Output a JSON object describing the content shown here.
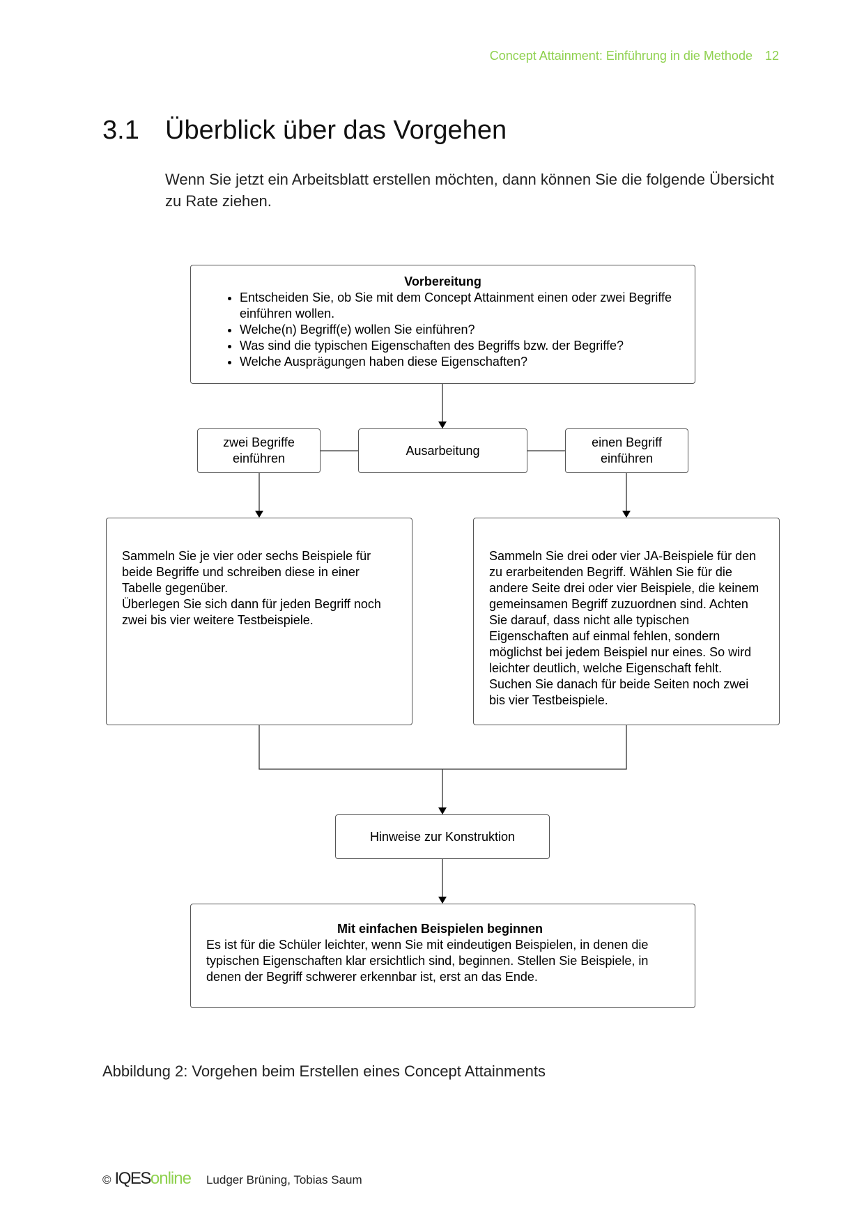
{
  "header": {
    "running_title": "Concept Attainment: Einführung in die Methode",
    "page_number": "12"
  },
  "section": {
    "number": "3.1",
    "title": "Überblick über das Vorgehen"
  },
  "intro": "Wenn Sie jetzt ein Arbeitsblatt erstellen möchten, dann können Sie die folgende Übersicht zu Rate ziehen.",
  "diagram": {
    "prep": {
      "title": "Vorbereitung",
      "items": [
        "Entscheiden Sie, ob Sie mit dem Concept Attainment einen oder zwei Begriffe einführen wollen.",
        "Welche(n) Begriff(e) wollen Sie einführen?",
        "Was sind die typischen Eigenschaften des Begriffs bzw. der Begriffe?",
        "Welche Ausprägungen haben diese Eigenschaften?"
      ]
    },
    "elaboration": "Ausarbeitung",
    "two_terms": "zwei Begriffe einführen",
    "one_term": "einen Begriff einführen",
    "left_text": "Sammeln Sie je vier oder sechs Beispiele für beide Begriffe und schreiben diese in einer Tabelle gegenüber.\nÜberlegen Sie sich dann für jeden Begriff noch zwei bis vier weitere Testbeispiele.",
    "right_text": "Sammeln Sie drei oder vier JA-Beispiele für den zu erarbeitenden Begriff. Wählen Sie für die andere Seite drei oder vier Beispiele, die keinem gemeinsamen Begriff zuzuordnen sind. Achten Sie darauf, dass nicht alle typischen Eigenschaften auf einmal fehlen, sondern möglichst bei jedem Beispiel nur eines. So wird leichter deutlich, welche Eigenschaft fehlt.\nSuchen Sie danach für beide Seiten noch zwei bis vier Testbeispiele.",
    "construction": "Hinweise zur Konstruktion",
    "start": {
      "title": "Mit einfachen Beispielen beginnen",
      "text": "Es ist für die Schüler leichter, wenn Sie mit eindeutigen Beispielen, in denen die typischen Eigenschaften klar ersichtlich sind, beginnen. Stellen Sie Beispiele, in denen der Begriff schwerer erkennbar ist, erst an das Ende."
    }
  },
  "caption": "Abbildung 2: Vorgehen beim Erstellen eines Concept Attainments",
  "footer": {
    "copyright": "©",
    "brand_main": "IQES",
    "brand_sub": "online",
    "authors": "Ludger Brüning, Tobias Saum"
  }
}
